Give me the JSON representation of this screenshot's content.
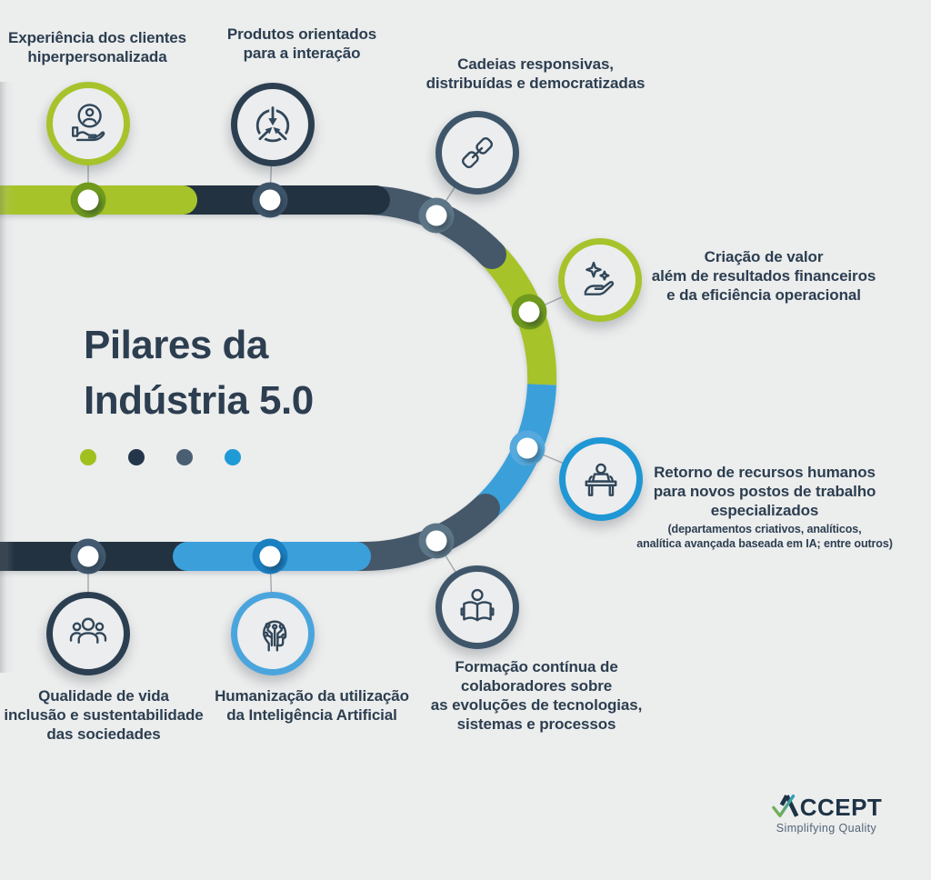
{
  "palette": {
    "bg": "#eceded",
    "bg_circle": "#ecedee",
    "text": "#2c3e50",
    "green": "#a6c32c",
    "navy": "#20323f",
    "slate": "#44586b",
    "blue": "#3ba0da",
    "node_green": "#6f9a1d",
    "node_navy": "#3e5469",
    "node_slate_light": "#5d7687",
    "node_slate": "#42596f",
    "node_blue_light": "#55a9dd",
    "node_blue_dark": "#1a7fc1",
    "connector": "#a3a8ad",
    "icon_stroke": "#31475a",
    "logo_navy": "#1d3346",
    "logo_green": "#80b441",
    "logo_teal": "#2e9bbf",
    "tagline_color": "#51657a"
  },
  "title": "Pilares da\nIndústria 5.0",
  "legend_dots": [
    "#a0c020",
    "#24364a",
    "#4a5f72",
    "#1f9ad6"
  ],
  "pillars": [
    {
      "id": "customer-experience",
      "label": "Experiência dos clientes\nhiperpersonalizada",
      "ring": "#a6c32c",
      "icon": "person-on-hand-icon"
    },
    {
      "id": "interactive-products",
      "label": "Produtos orientados\npara a interação",
      "ring": "#2b3f51",
      "icon": "converging-arrows-icon"
    },
    {
      "id": "responsive-chains",
      "label": "Cadeias responsivas,\ndistribuídas e democratizadas",
      "ring": "#3f566a",
      "icon": "chain-link-icon"
    },
    {
      "id": "value-creation",
      "label": "Criação de valor\nalém de resultados financeiros\ne da eficiência operacional",
      "ring": "#a6c32c",
      "icon": "sparkle-hand-icon"
    },
    {
      "id": "hr-return",
      "label": "Retorno de recursos humanos\npara novos postos de trabalho\nespecializados",
      "note": "(departamentos criativos, analíticos,\nanalítica avançada baseada em IA; entre outros)",
      "ring": "#1f97d4",
      "icon": "person-at-desk-icon"
    },
    {
      "id": "continuous-training",
      "label": "Formação contínua de\ncolaboradores sobre\nas evoluções de tecnologias,\nsistemas e processos",
      "ring": "#3f566a",
      "icon": "person-reading-book-icon"
    },
    {
      "id": "ai-humanization",
      "label": "Humanização da utilização\nda Inteligência Artificial",
      "ring": "#4ba5dd",
      "icon": "ai-head-circuit-icon"
    },
    {
      "id": "quality-of-life",
      "label": "Qualidade de vida\ninclusão e sustentabilidade\ndas sociedades",
      "ring": "#2b3f51",
      "icon": "people-group-icon"
    }
  ],
  "logo": {
    "name": "ACCEPT",
    "name_rest": "CCEPT",
    "tagline": "Simplifying Quality"
  }
}
